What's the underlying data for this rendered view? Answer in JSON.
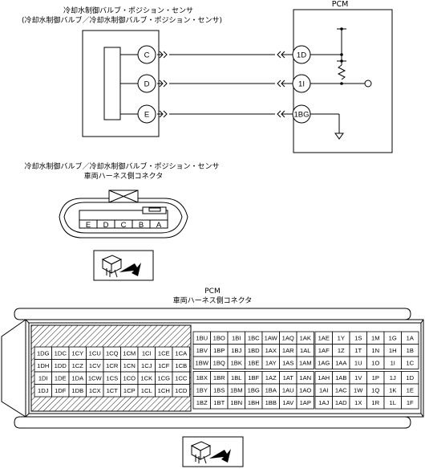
{
  "sensor": {
    "title_line1": "冷却水制御バルブ・ポジション・センサ",
    "title_line2": "(冷却水制御バルブ／冷却水制御バルブ・ポジション・センサ)",
    "pins": [
      "C",
      "D",
      "E"
    ]
  },
  "pcm": {
    "label": "PCM",
    "pins": [
      "1D",
      "1I",
      "1BG"
    ]
  },
  "sensor_connector": {
    "title_line1": "冷却水制御バルブ／冷却水制御バルブ・ポジション・センサ",
    "title_line2": "車両ハーネス側コネクタ",
    "terminals": [
      "E",
      "D",
      "C",
      "B",
      "A"
    ]
  },
  "pcm_connector": {
    "title_line1": "PCM",
    "title_line2": "車両ハーネス側コネクタ",
    "left_block": [
      [
        "1DG",
        "1DC",
        "1CY",
        "1CU",
        "1CQ",
        "1CM",
        "1CI",
        "1CE",
        "1CA"
      ],
      [
        "1DH",
        "1DD",
        "1CZ",
        "1CV",
        "1CR",
        "1CN",
        "1CJ",
        "1CF",
        "1CB"
      ],
      [
        "1DI",
        "1DE",
        "1DA",
        "1CW",
        "1CS",
        "1CO",
        "1CK",
        "1CG",
        "1CC"
      ],
      [
        "1DJ",
        "1DF",
        "1DB",
        "1CX",
        "1CT",
        "1CP",
        "1CL",
        "1CH",
        "1CD"
      ]
    ],
    "middle_block": [
      [
        "1BU",
        "1BO",
        "1BI",
        "1BC",
        "1AW",
        "1AQ",
        "1AK"
      ],
      [
        "1BV",
        "1BP",
        "1BJ",
        "1BD",
        "1AX",
        "1AR",
        "1AL"
      ],
      [
        "1BW",
        "1BQ",
        "1BK",
        "1BE",
        "1AY",
        "1AS",
        "1AM"
      ],
      [
        "1BX",
        "1BR",
        "1BL",
        "1BF",
        "1AZ",
        "1AT",
        "1AN"
      ],
      [
        "1BY",
        "1BS",
        "1BM",
        "1BG",
        "1BA",
        "1AU",
        "1AO"
      ],
      [
        "1BZ",
        "1BT",
        "1BN",
        "1BH",
        "1BB",
        "1AV",
        "1AP"
      ]
    ],
    "right_block": [
      [
        "1AE",
        "1Y",
        "1S",
        "1M",
        "1G",
        "1A"
      ],
      [
        "1AF",
        "1Z",
        "1T",
        "1N",
        "1H",
        "1B"
      ],
      [
        "1AG",
        "1AA",
        "1U",
        "1O",
        "1I",
        "1C"
      ],
      [
        "1AH",
        "1AB",
        "1V",
        "1P",
        "1J",
        "1D"
      ],
      [
        "1AI",
        "1AC",
        "1W",
        "1Q",
        "1K",
        "1E"
      ],
      [
        "1AJ",
        "1AD",
        "1X",
        "1R",
        "1L",
        "1F"
      ]
    ]
  }
}
